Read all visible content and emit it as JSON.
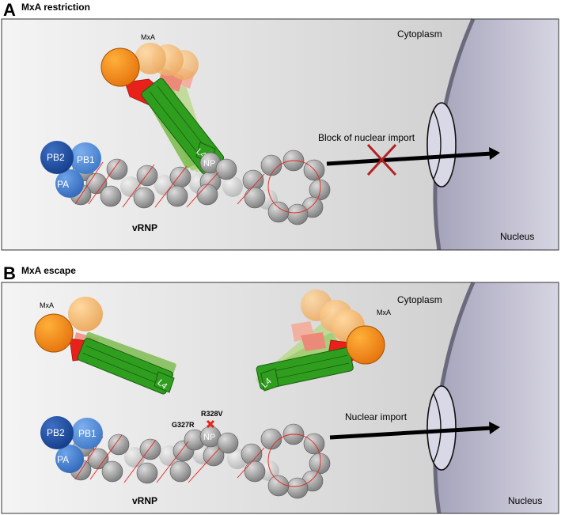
{
  "panelA": {
    "letter": "A",
    "title": "MxA restriction",
    "cytoplasm": "Cytoplasm",
    "nucleus": "Nucleus",
    "mxa": "MxA",
    "vrnp": "vRNP",
    "np": "NP",
    "l4": "L4",
    "pb2": "PB2",
    "pb1": "PB1",
    "pa": "PA",
    "arrow_label": "Block of nuclear import"
  },
  "panelB": {
    "letter": "B",
    "title": "MxA escape",
    "cytoplasm": "Cytoplasm",
    "nucleus": "Nucleus",
    "mxa_left": "MxA",
    "mxa_right": "MxA",
    "vrnp": "vRNP",
    "np": "NP",
    "l4_left": "L4",
    "l4_right": "L4",
    "pb2": "PB2",
    "pb1": "PB1",
    "pa": "PA",
    "mut1": "G327R",
    "mut2": "R328V",
    "arrow_label": "Nuclear import"
  },
  "colors": {
    "mxa_orange": "#f08a1c",
    "mxa_light": "#f3b872",
    "stalk_red": "#e8211a",
    "stalk_green": "#2f9e1e",
    "pb2_blue": "#1f4ea3",
    "pb1_blue": "#4a86d4",
    "nucleus": "#c4c2d4",
    "block_x": "#b22222"
  }
}
